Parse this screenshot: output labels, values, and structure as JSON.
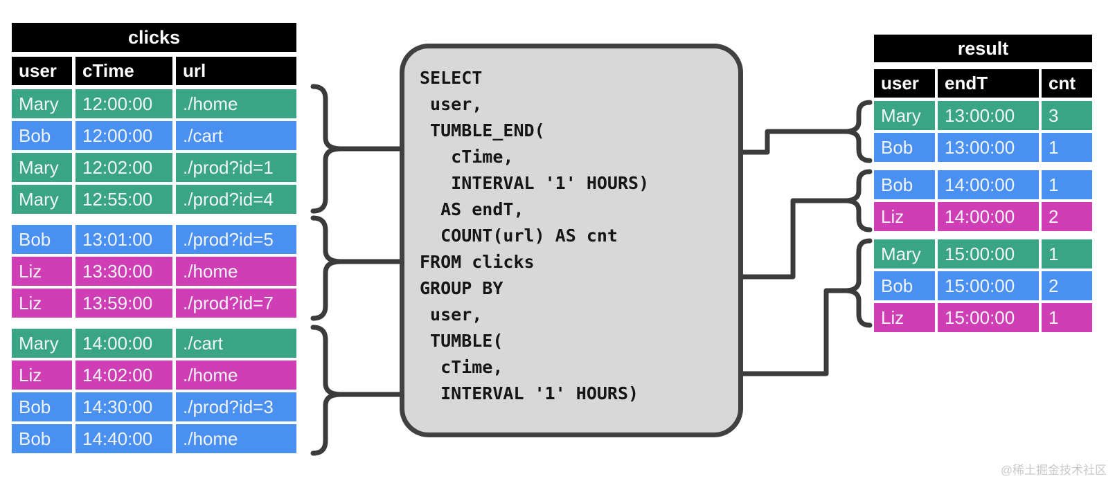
{
  "colors": {
    "green": "#3aa584",
    "blue": "#4a90f0",
    "magenta": "#cf3eb4",
    "header_bg": "#000000",
    "connector": "#3b3b3b",
    "sql_box_fill": "#d8d8d8",
    "sql_box_border": "#414141"
  },
  "clicks_table": {
    "title": "clicks",
    "columns": [
      "user",
      "cTime",
      "url"
    ],
    "groups": [
      {
        "rows": [
          {
            "user": "Mary",
            "cTime": "12:00:00",
            "url": "./home",
            "color": "green"
          },
          {
            "user": "Bob",
            "cTime": "12:00:00",
            "url": "./cart",
            "color": "blue"
          },
          {
            "user": "Mary",
            "cTime": "12:02:00",
            "url": "./prod?id=1",
            "color": "green"
          },
          {
            "user": "Mary",
            "cTime": "12:55:00",
            "url": "./prod?id=4",
            "color": "green"
          }
        ]
      },
      {
        "rows": [
          {
            "user": "Bob",
            "cTime": "13:01:00",
            "url": "./prod?id=5",
            "color": "blue"
          },
          {
            "user": "Liz",
            "cTime": "13:30:00",
            "url": "./home",
            "color": "magenta"
          },
          {
            "user": "Liz",
            "cTime": "13:59:00",
            "url": "./prod?id=7",
            "color": "magenta"
          }
        ]
      },
      {
        "rows": [
          {
            "user": "Mary",
            "cTime": "14:00:00",
            "url": "./cart",
            "color": "green"
          },
          {
            "user": "Liz",
            "cTime": "14:02:00",
            "url": "./home",
            "color": "magenta"
          },
          {
            "user": "Bob",
            "cTime": "14:30:00",
            "url": "./prod?id=3",
            "color": "blue"
          },
          {
            "user": "Bob",
            "cTime": "14:40:00",
            "url": "./home",
            "color": "blue"
          }
        ]
      }
    ]
  },
  "sql": {
    "lines": [
      "SELECT",
      " user,",
      " TUMBLE_END(",
      "   cTime,",
      "   INTERVAL '1' HOURS)",
      "  AS endT,",
      "  COUNT(url) AS cnt",
      "FROM clicks",
      "GROUP BY",
      " user,",
      " TUMBLE(",
      "  cTime,",
      "  INTERVAL '1' HOURS)"
    ]
  },
  "result_table": {
    "title": "result",
    "columns": [
      "user",
      "endT",
      "cnt"
    ],
    "groups": [
      {
        "rows": [
          {
            "user": "Mary",
            "endT": "13:00:00",
            "cnt": "3",
            "color": "green"
          },
          {
            "user": "Bob",
            "endT": "13:00:00",
            "cnt": "1",
            "color": "blue"
          }
        ]
      },
      {
        "rows": [
          {
            "user": "Bob",
            "endT": "14:00:00",
            "cnt": "1",
            "color": "blue"
          },
          {
            "user": "Liz",
            "endT": "14:00:00",
            "cnt": "2",
            "color": "magenta"
          }
        ]
      },
      {
        "rows": [
          {
            "user": "Mary",
            "endT": "15:00:00",
            "cnt": "1",
            "color": "green"
          },
          {
            "user": "Bob",
            "endT": "15:00:00",
            "cnt": "2",
            "color": "blue"
          },
          {
            "user": "Liz",
            "endT": "15:00:00",
            "cnt": "1",
            "color": "magenta"
          }
        ]
      }
    ]
  },
  "watermark": "@稀土掘金技术社区"
}
